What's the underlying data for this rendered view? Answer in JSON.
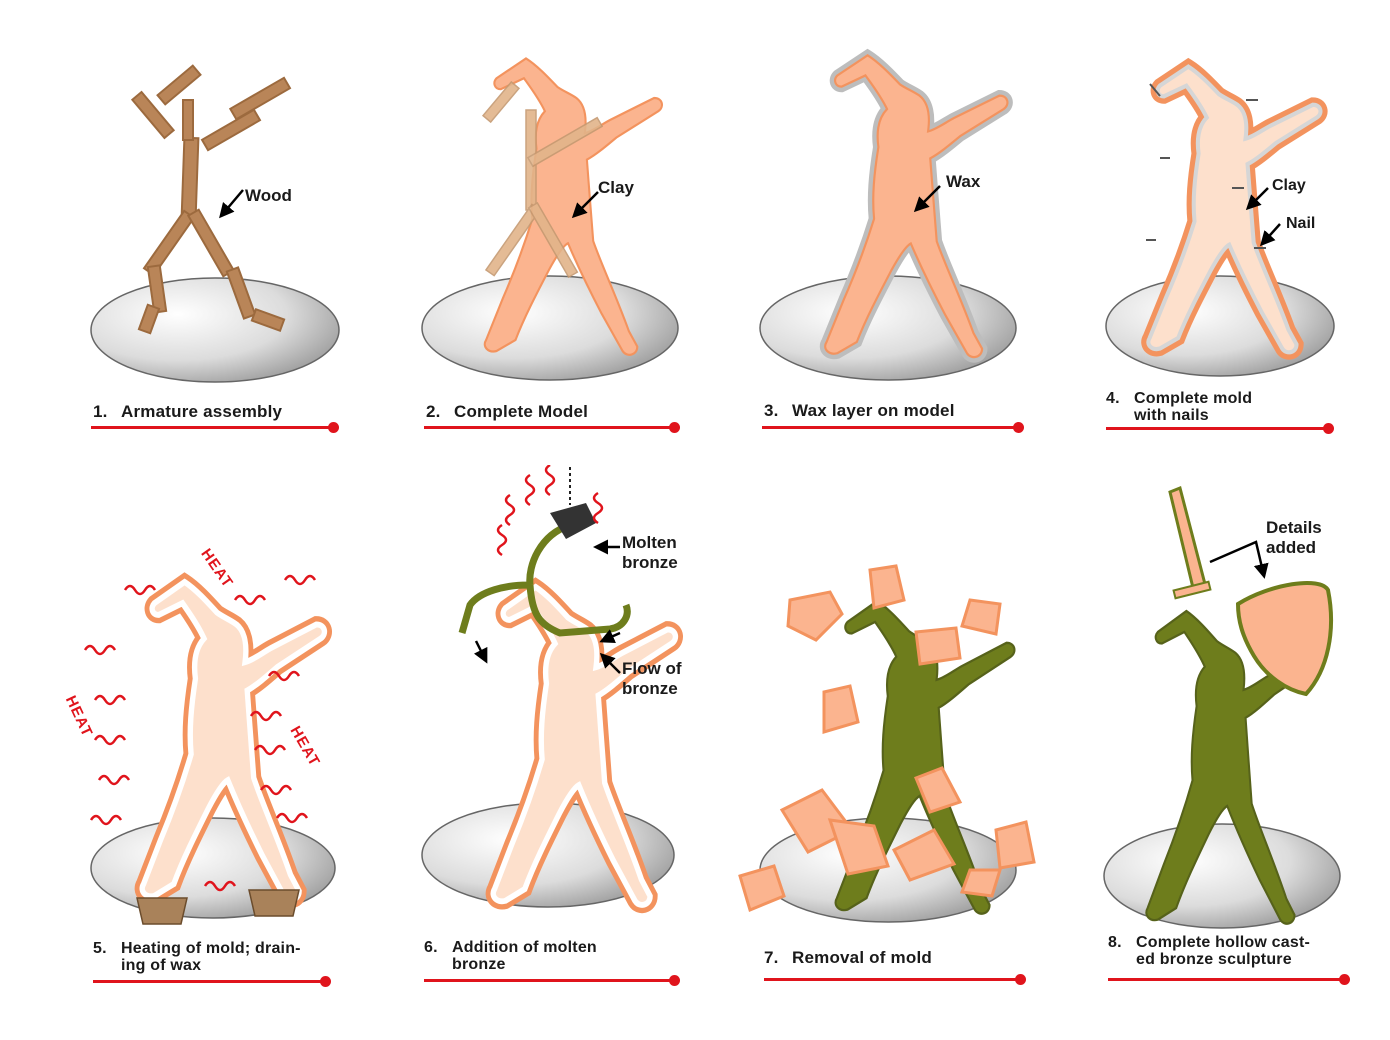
{
  "colors": {
    "wood": "#b07a4a",
    "clay_skin": "#fbb48f",
    "clay_pale": "#fde0cc",
    "mold_outline": "#f3935e",
    "bronze": "#6e7d1c",
    "accent_red": "#e0141c",
    "base_gray": "#d8d8d8"
  },
  "steps": [
    {
      "num": "1.",
      "caption": "Armature assembly",
      "caption2": "",
      "callouts": [
        "Wood"
      ]
    },
    {
      "num": "2.",
      "caption": "Complete Model",
      "caption2": "",
      "callouts": [
        "Clay"
      ]
    },
    {
      "num": "3.",
      "caption": "Wax layer on model",
      "caption2": "",
      "callouts": [
        "Wax"
      ]
    },
    {
      "num": "4.",
      "caption": "Complete mold",
      "caption2": "with nails",
      "callouts": [
        "Clay",
        "Nail"
      ]
    },
    {
      "num": "5.",
      "caption": "Heating of mold; drain-",
      "caption2": "ing of wax",
      "callouts": [
        "HEAT",
        "HEAT",
        "HEAT"
      ]
    },
    {
      "num": "6.",
      "caption": "Addition of molten",
      "caption2": "bronze",
      "callouts": [
        "Molten",
        "bronze",
        "Flow of",
        "bronze"
      ]
    },
    {
      "num": "7.",
      "caption": "Removal of mold",
      "caption2": "",
      "callouts": []
    },
    {
      "num": "8.",
      "caption": "Complete hollow cast-",
      "caption2": "ed bronze sculpture",
      "callouts": [
        "Details",
        "added"
      ]
    }
  ]
}
